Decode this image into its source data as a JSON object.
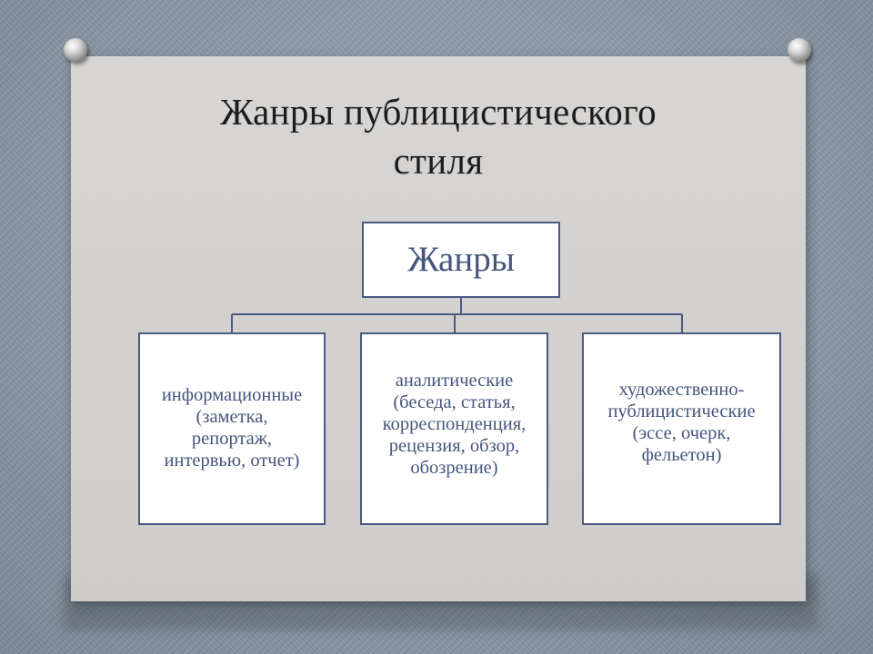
{
  "title": "Жанры публицистического\nстиля",
  "diagram": {
    "root": {
      "label": "Жанры"
    },
    "children": [
      {
        "label": "информационные\n(заметка,\nрепортаж,\nинтервью, отчет)"
      },
      {
        "label": "аналитические\n(беседа, статья,\nкорреспонденция,\nрецензия, обзор,\nобозрение)"
      },
      {
        "label": "художественно-\nпублицистические\n(эссе, очерк,\nфельетон)"
      }
    ]
  },
  "colors": {
    "box_border": "#4a5a83",
    "box_text": "#45557c",
    "slide": "#d4d2d0",
    "background": "#8c99a6"
  }
}
